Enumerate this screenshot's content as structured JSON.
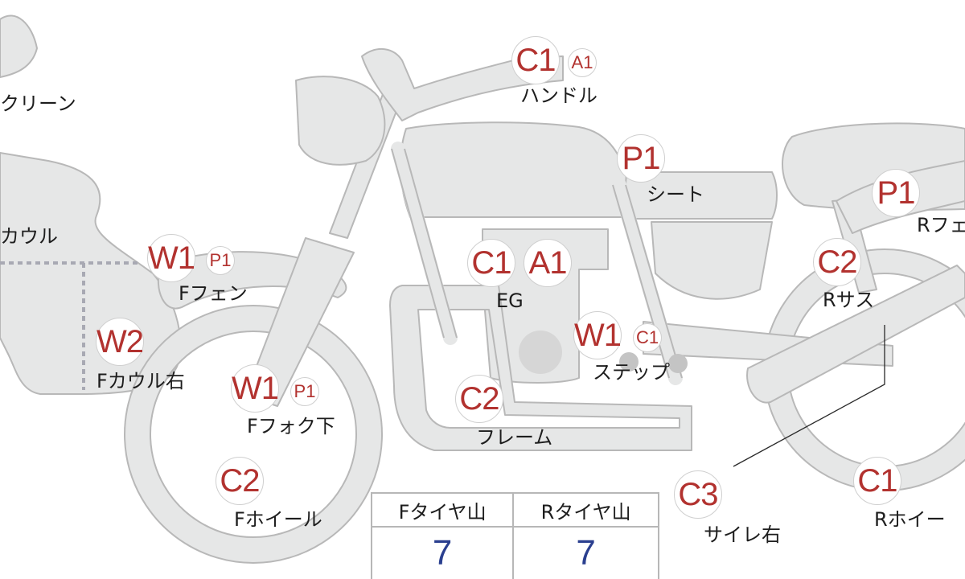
{
  "parts": [
    {
      "id": "screen",
      "label": "クリーン",
      "badges": []
    },
    {
      "id": "handle",
      "label": "ハンドル",
      "badges": [
        "C1",
        "A1"
      ]
    },
    {
      "id": "seat",
      "label": "シート",
      "badges": [
        "P1"
      ]
    },
    {
      "id": "rear-fender",
      "label": "Rフェ",
      "badges": [
        "P1"
      ]
    },
    {
      "id": "cowl",
      "label": "カウル",
      "badges": []
    },
    {
      "id": "front-fender",
      "label": "Fフェン",
      "badges": [
        "W1",
        "P1"
      ]
    },
    {
      "id": "engine",
      "label": "EG",
      "badges": [
        "C1",
        "A1"
      ]
    },
    {
      "id": "rear-suspension",
      "label": "Rサス",
      "badges": [
        "C2"
      ]
    },
    {
      "id": "front-cowl-right",
      "label": "Fカウル右",
      "badges": [
        "W2"
      ]
    },
    {
      "id": "step",
      "label": "ステップ",
      "badges": [
        "W1",
        "C1"
      ]
    },
    {
      "id": "front-fork-lower",
      "label": "Fフォク下",
      "badges": [
        "W1",
        "P1"
      ]
    },
    {
      "id": "frame",
      "label": "フレーム",
      "badges": [
        "C2"
      ]
    },
    {
      "id": "front-wheel",
      "label": "Fホイール",
      "badges": [
        "C2"
      ]
    },
    {
      "id": "silencer-right",
      "label": "サイレ右",
      "badges": [
        "C3"
      ]
    },
    {
      "id": "rear-wheel",
      "label": "Rホイー",
      "badges": [
        "C1"
      ]
    }
  ],
  "tire_table": {
    "headers": [
      "Fタイヤ山",
      "Rタイヤ山"
    ],
    "values": [
      "7",
      "7"
    ]
  },
  "colors": {
    "bike_fill": "#e6e7e7",
    "bike_stroke": "#b8b8b8",
    "badge_text": "#b2322f",
    "table_value": "#2a3f8f"
  }
}
